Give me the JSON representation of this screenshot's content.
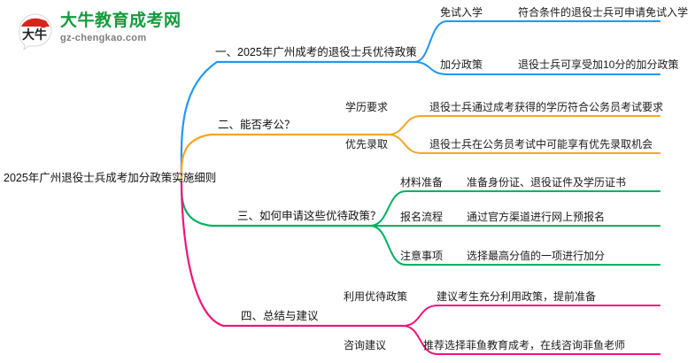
{
  "logo": {
    "mark_text": "大牛",
    "title": "大牛教育成考网",
    "url": "gz-chengkao.com",
    "brand_green": "#149b3c",
    "brand_red": "#d8241f"
  },
  "mindmap": {
    "root": "2025年广州退役士兵成考加分政策实施细则",
    "branches": [
      {
        "label": "一、2025年广州成考的退役士兵优待政策",
        "color": "#2196f3",
        "children": [
          {
            "label": "免试入学",
            "detail": "符合条件的退役士兵可申请免试入学"
          },
          {
            "label": "加分政策",
            "detail": "退役士兵可享受加10分的加分政策"
          }
        ]
      },
      {
        "label": "二、能否考公？",
        "color": "#f5a623",
        "children": [
          {
            "label": "学历要求",
            "detail": "退役士兵通过成考获得的学历符合公务员考试要求"
          },
          {
            "label": "优先录取",
            "detail": "退役士兵在公务员考试中可能享有优先录取机会"
          }
        ]
      },
      {
        "label": "三、如何申请这些优待政策？",
        "color": "#00b060",
        "children": [
          {
            "label": "材料准备",
            "detail": "准备身份证、退役证件及学历证书"
          },
          {
            "label": "报名流程",
            "detail": "通过官方渠道进行网上预报名"
          },
          {
            "label": "注意事项",
            "detail": "选择最高分值的一项进行加分"
          }
        ]
      },
      {
        "label": "四、总结与建议",
        "color": "#f5137a",
        "children": [
          {
            "label": "利用优待政策",
            "detail": "建议考生充分利用政策，提前准备"
          },
          {
            "label": "咨询建议",
            "detail": "推荐选择菲鱼教育成考，在线咨询菲鱼老师"
          }
        ]
      }
    ]
  }
}
